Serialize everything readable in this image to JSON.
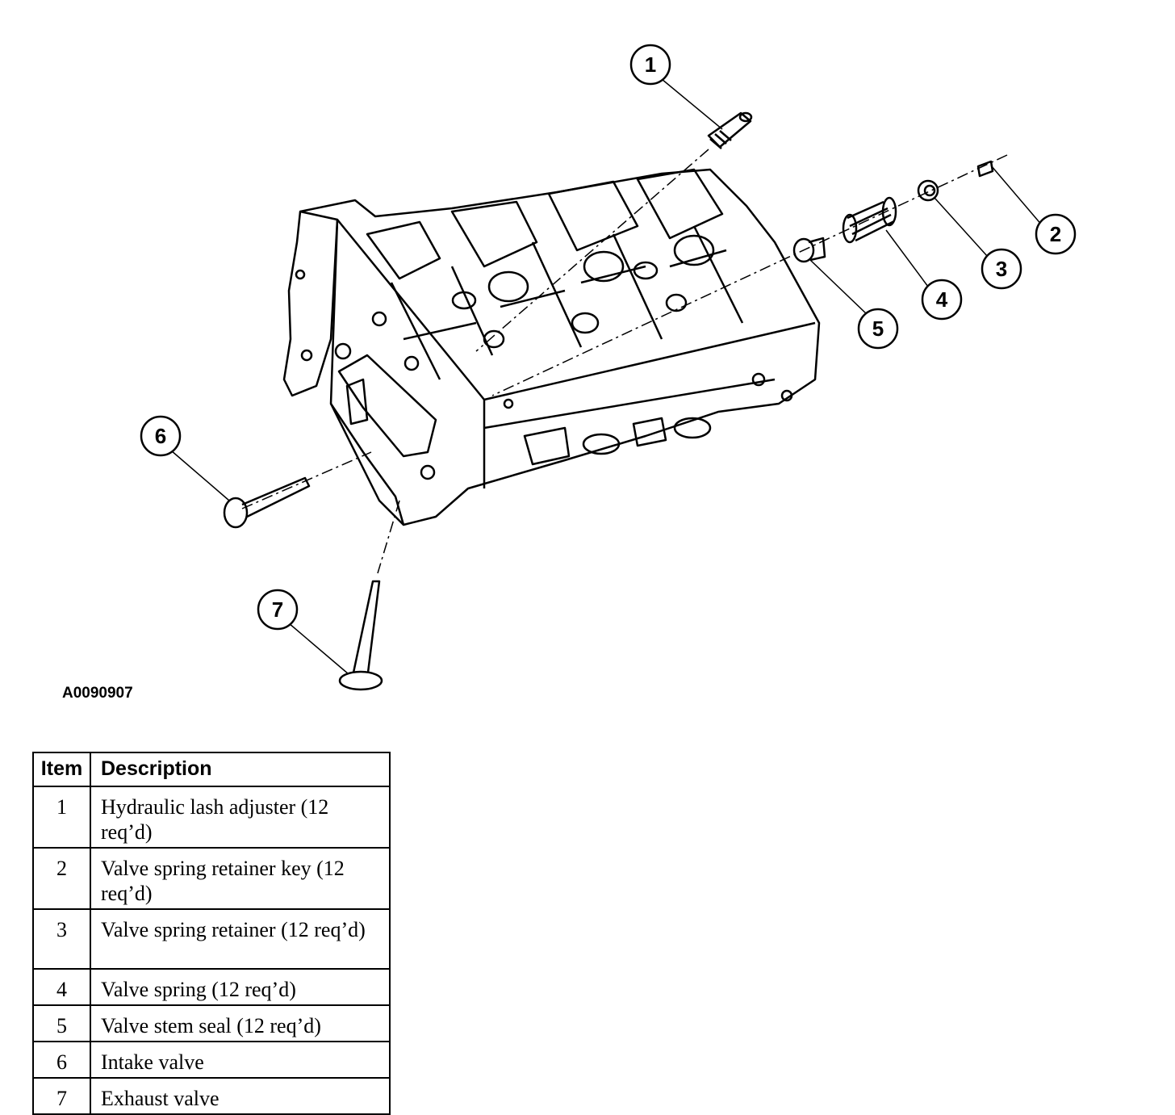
{
  "figure_id": "A0090907",
  "callouts": [
    "1",
    "2",
    "3",
    "4",
    "5",
    "6",
    "7"
  ],
  "table": {
    "headers": {
      "item": "Item",
      "description": "Description"
    },
    "rows": [
      {
        "item": "1",
        "description": "Hydraulic lash adjuster (12 req’d)"
      },
      {
        "item": "2",
        "description": "Valve spring retainer key (12 req’d)"
      },
      {
        "item": "3",
        "description": "Valve spring retainer (12 req’d)"
      },
      {
        "item": "4",
        "description": "Valve spring (12 req’d)"
      },
      {
        "item": "5",
        "description": "Valve stem seal (12 req’d)"
      },
      {
        "item": "6",
        "description": "Intake valve"
      },
      {
        "item": "7",
        "description": "Exhaust valve"
      }
    ]
  }
}
